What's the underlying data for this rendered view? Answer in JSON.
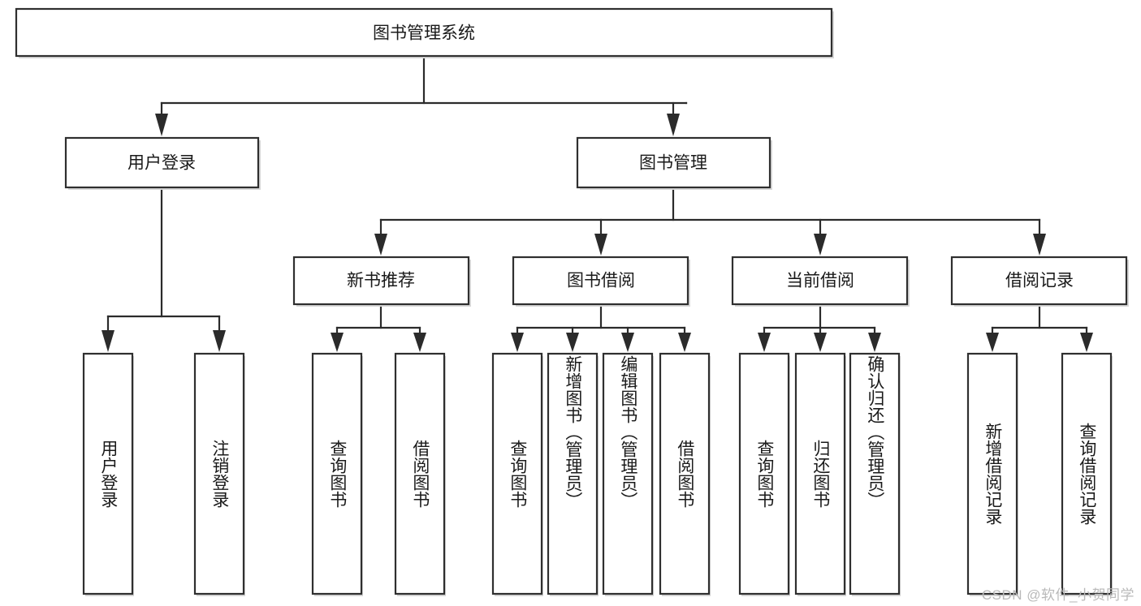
{
  "diagram": {
    "type": "tree",
    "title": "图书管理系统",
    "orientation": "top-down",
    "background_color": "#ffffff",
    "line_color": "#2b2b2b",
    "box_fill": "#ffffff",
    "box_stroke": "#2f2f2f",
    "text_color": "#1a1a1a"
  },
  "root": {
    "label": "图书管理系统"
  },
  "level2": [
    {
      "label": "用户登录"
    },
    {
      "label": "图书管理"
    }
  ],
  "level3": [
    {
      "label": "新书推荐"
    },
    {
      "label": "图书借阅"
    },
    {
      "label": "当前借阅"
    },
    {
      "label": "借阅记录"
    }
  ],
  "leaves": {
    "user_login": [
      {
        "label": "用户登录"
      },
      {
        "label": "注销登录"
      }
    ],
    "new_book": [
      {
        "label": "查询图书"
      },
      {
        "label": "借阅图书"
      }
    ],
    "book_borrow": [
      {
        "label": "查询图书"
      },
      {
        "label": "新增图书（管理员）"
      },
      {
        "label": "编辑图书（管理员）"
      },
      {
        "label": "借阅图书"
      }
    ],
    "current_borrow": [
      {
        "label": "查询图书"
      },
      {
        "label": "归还图书"
      },
      {
        "label": "确认归还（管理员）"
      }
    ],
    "borrow_record": [
      {
        "label": "新增借阅记录"
      },
      {
        "label": "查询借阅记录"
      }
    ]
  },
  "watermark": {
    "text": "CSDN @软件_小贺同学"
  }
}
